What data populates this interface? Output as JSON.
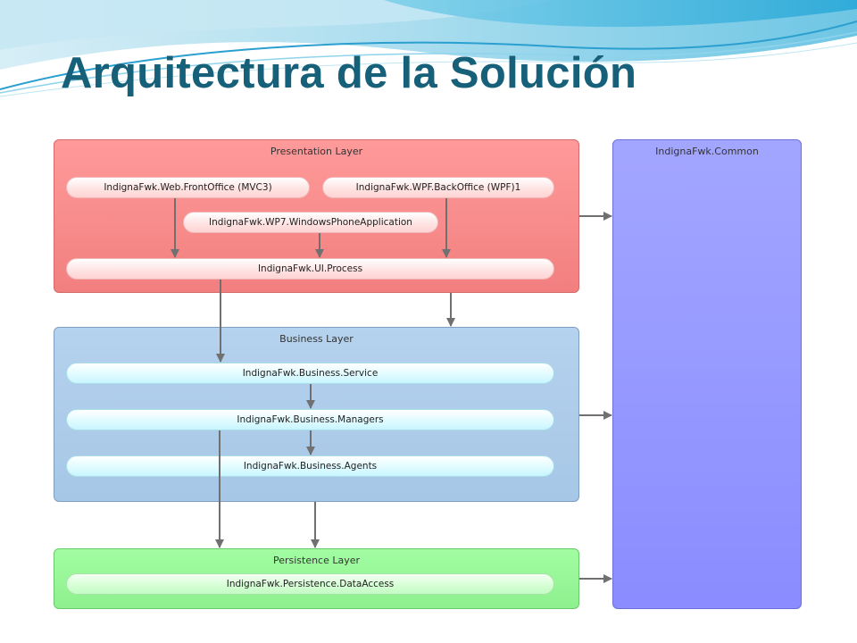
{
  "slide": {
    "title": "Arquitectura de la Solución"
  },
  "layers": {
    "presentation": {
      "label": "Presentation Layer",
      "front_office": "IndignaFwk.Web.FrontOffice (MVC3)",
      "back_office": "IndignaFwk.WPF.BackOffice (WPF)1",
      "windows_phone": "IndignaFwk.WP7.WindowsPhoneApplication",
      "ui_process": "IndignaFwk.UI.Process"
    },
    "business": {
      "label": "Business Layer",
      "service": "IndignaFwk.Business.Service",
      "managers": "IndignaFwk.Business.Managers",
      "agents": "IndignaFwk.Business.Agents"
    },
    "persistence": {
      "label": "Persistence Layer",
      "data_access": "IndignaFwk.Persistence.DataAccess"
    },
    "common": {
      "label": "IndignaFwk.Common"
    }
  },
  "colors": {
    "title": "#17607a",
    "presentation": "#ff9a9a",
    "business": "#b5d2ee",
    "persistence": "#a2fda2",
    "common": "#a3a6ff",
    "arrow": "#707070"
  }
}
